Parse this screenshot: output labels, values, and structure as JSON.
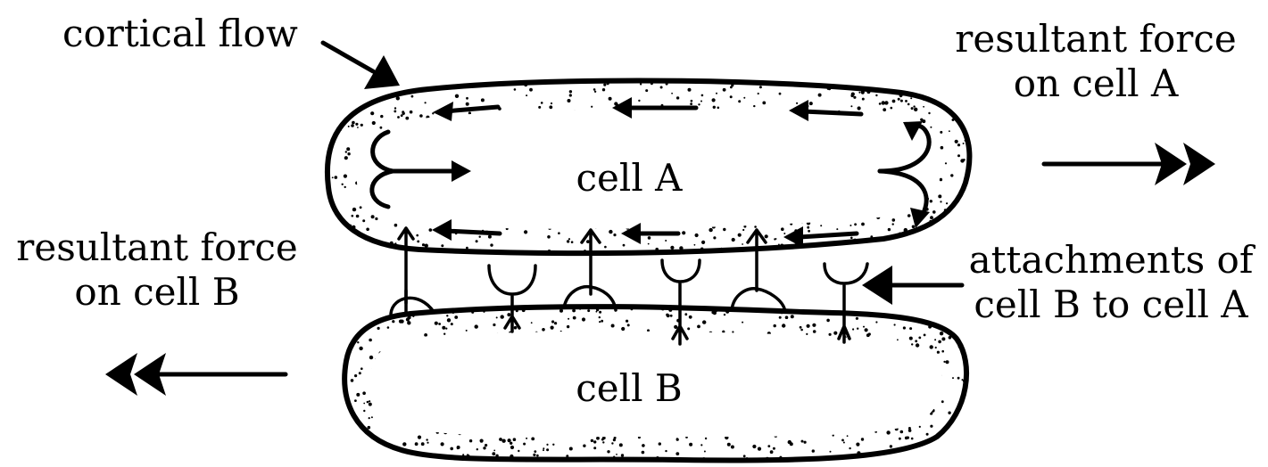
{
  "labels": {
    "cortical_flow": "cortical flow",
    "force_a_line1": "resultant force",
    "force_a_line2": "on cell A",
    "force_b_line1": "resultant force",
    "force_b_line2": "on cell B",
    "attach_line1": "attachments of",
    "attach_line2": "cell B to cell A",
    "cell_a": "cell A",
    "cell_b": "cell B"
  },
  "icons": {
    "cortical_flow_pointer": "arrow-icon",
    "force_a": "double-arrow-right-icon",
    "force_b": "double-arrow-left-icon",
    "attachments_pointer": "arrow-left-icon"
  }
}
